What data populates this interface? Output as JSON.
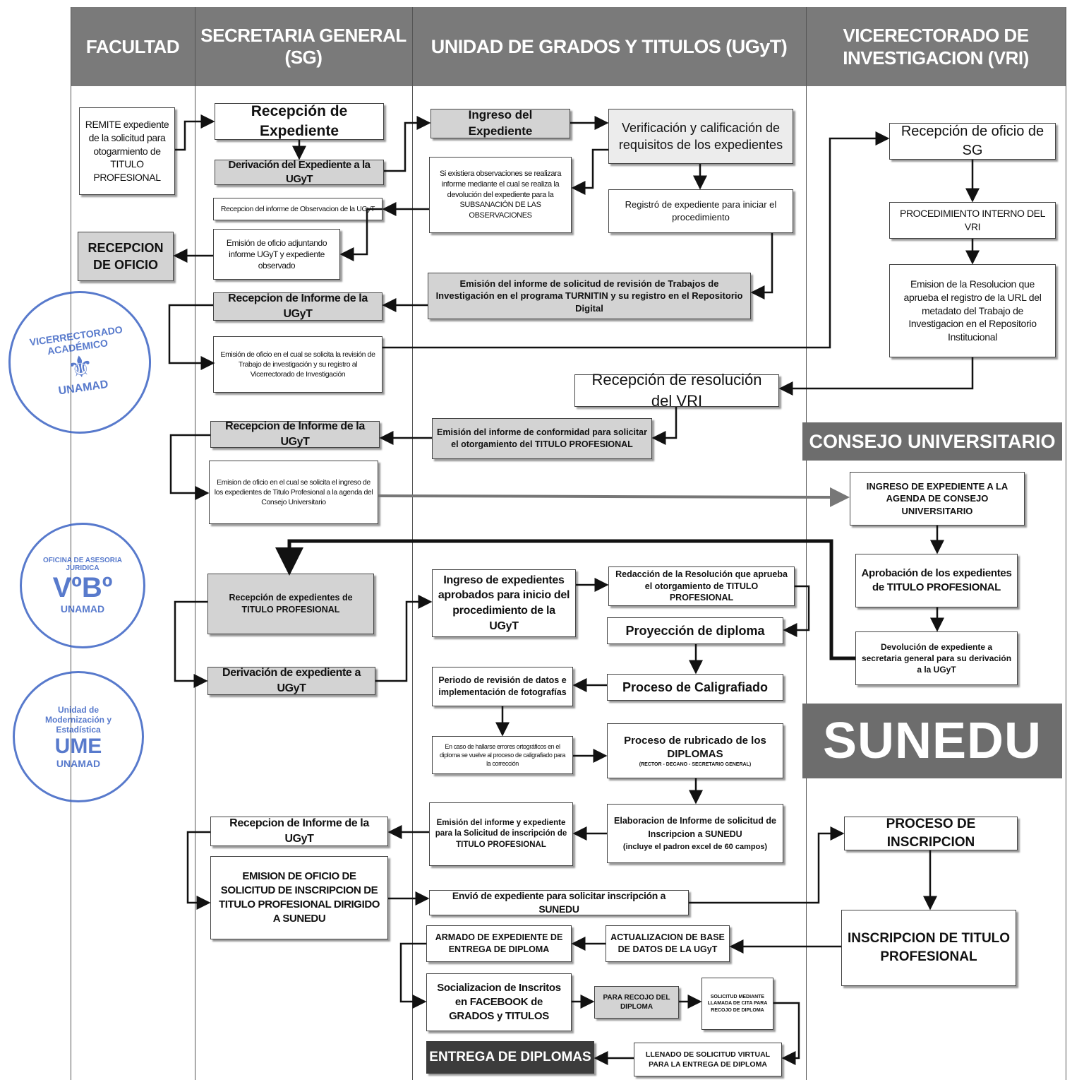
{
  "headers": {
    "facultad": "FACULTAD",
    "sg": "SECRETARIA GENERAL (SG)",
    "ugyt": "UNIDAD DE GRADOS Y TITULOS (UGyT)",
    "vri_line1": "VICERECTORADO DE",
    "vri_line2": "INVESTIGACION (VRI)"
  },
  "sections": {
    "consejo": "CONSEJO UNIVERSITARIO",
    "sunedu": "SUNEDU"
  },
  "boxes": {
    "remite": "REMITE expediente de la solicitud para otogarmiento de TITULO PROFESIONAL",
    "recepcion_expediente": "Recepción de Expediente",
    "derivacion_ugyt": "Derivación del Expediente a la UGyT",
    "ingreso_expediente": "Ingreso del Expediente",
    "verificacion": "Verificación y calificación de requisitos de los expedientes",
    "observaciones": "Si existiera observaciones se realizara informe mediante el cual se realiza la devolución del expediente para la SUBSANACIÓN DE LAS OBSERVACIONES",
    "registro": "Registró de expediente para iniciar el procedimiento",
    "recepcion_informe_obs": "Recepcion del informe de Observacion de la UGyT",
    "emision_oficio_obs": "Emisión de oficio adjuntando informe UGyT y expediente observado",
    "recepcion_oficio": "RECEPCION DE OFICIO",
    "emision_turnitin": "Emisión del informe de solicitud de revisión de Trabajos de Investigación en el programa TURNITIN y su registro en el Repositorio Digital",
    "recepcion_informe_1": "Recepcion de Informe de la UGyT",
    "emision_oficio_vri": "Emisión de oficio en el cual se solicita la revisión de Trabajo de investigación y su registro al Vicerrectorado de Investigación",
    "recepcion_oficio_sg": "Recepción de oficio de SG",
    "procedimiento_vri": "PROCEDIMIENTO INTERNO DEL VRI",
    "emision_resolucion_vri": "Emision de la Resolucion que aprueba el registro de la URL del metadato del Trabajo de Investigacion en el Repositorio Institucional",
    "recepcion_resolucion_vri": "Recepción de resolución del VRI",
    "emision_conformidad": "Emisión del informe de conformidad para solicitar el otorgamiento del TITULO PROFESIONAL",
    "recepcion_informe_2": "Recepcion de Informe de la UGyT",
    "emision_oficio_cu": "Emision de oficio en el cual se solicita el ingreso de los expedientes de Titulo Profesional a la agenda del Consejo Universitario",
    "ingreso_agenda_cu": "INGRESO DE EXPEDIENTE A LA AGENDA DE CONSEJO UNIVERSITARIO",
    "aprobacion_expedientes": "Aprobación de los expedientes de TITULO PROFESIONAL",
    "devolucion_expediente": "Devolución de expediente a secretaria general para su derivación a la UGyT",
    "recepcion_titulo": "Recepción de expedientes de TITULO PROFESIONAL",
    "ingreso_aprobados": "Ingreso de expedientes aprobados para inicio del procedimiento de la UGyT",
    "redaccion_resolucion": "Redacción de la Resolución que aprueba el otorgamiento de TITULO PROFESIONAL",
    "proyeccion_diploma": "Proyección de diploma",
    "derivacion_ugyt_2": "Derivación de expediente a UGyT",
    "periodo_revision": "Periodo de revisión de datos e implementación de fotografías",
    "proceso_caligrafiado": "Proceso de Caligrafiado",
    "errores": "En caso de hallarse errores ortográficos en el diploma se vuelve al proceso de caligrafiado para la corrección",
    "rubricado_title": "Proceso de rubricado de los DIPLOMAS",
    "rubricado_sub": "(RECTOR - DECANO - SECRETARIO GENERAL)",
    "emision_inscripcion": "Emisión del informe y expediente para la Solicitud de inscripción de TITULO PROFESIONAL",
    "elaboracion_title": "Elaboracion de Informe de solicitud de Inscripcion a SUNEDU",
    "elaboracion_sub": "(incluye el padron excel de 60 campos)",
    "recepcion_informe_3": "Recepcion de Informe de la UGyT",
    "emision_oficio_sunedu": "EMISION DE OFICIO DE SOLICITUD DE INSCRIPCION DE TITULO PROFESIONAL DIRIGIDO A SUNEDU",
    "envio_expediente": "Envió de expediente para solicitar inscripción a SUNEDU",
    "proceso_inscripcion": "PROCESO DE INSCRIPCION",
    "inscripcion_titulo": "INSCRIPCION DE TITULO PROFESIONAL",
    "armado_expediente": "ARMADO DE EXPEDIENTE DE ENTREGA DE DIPLOMA",
    "actualizacion_base": "ACTUALIZACION DE BASE DE DATOS DE LA UGyT",
    "socializacion": "Socializacion de Inscritos en FACEBOOK de GRADOS y TITULOS",
    "para_recojo": "PARA RECOJO DEL DIPLOMA",
    "solicitud_llamada": "SOLICITUD MEDIANTE LLAMADA DE CITA PARA RECOJO DE DIPLOMA",
    "entrega_diplomas": "ENTREGA DE DIPLOMAS",
    "llenado_solicitud": "LLENADO DE SOLICITUD VIRTUAL PARA LA ENTREGA DE DIPLOMA"
  },
  "stamps": {
    "vicerrectorado_top": "VICERRECTORADO ACADÉMICO",
    "vicerrectorado_bottom": "UNAMAD",
    "asesoria_top": "OFICINA DE ASESORIA JURIDICA",
    "asesoria_center": "VºBº",
    "asesoria_bottom": "UNAMAD",
    "ume_top": "Unidad de Modernización y Estadística",
    "ume_center": "UME",
    "ume_bottom": "UNAMAD"
  }
}
